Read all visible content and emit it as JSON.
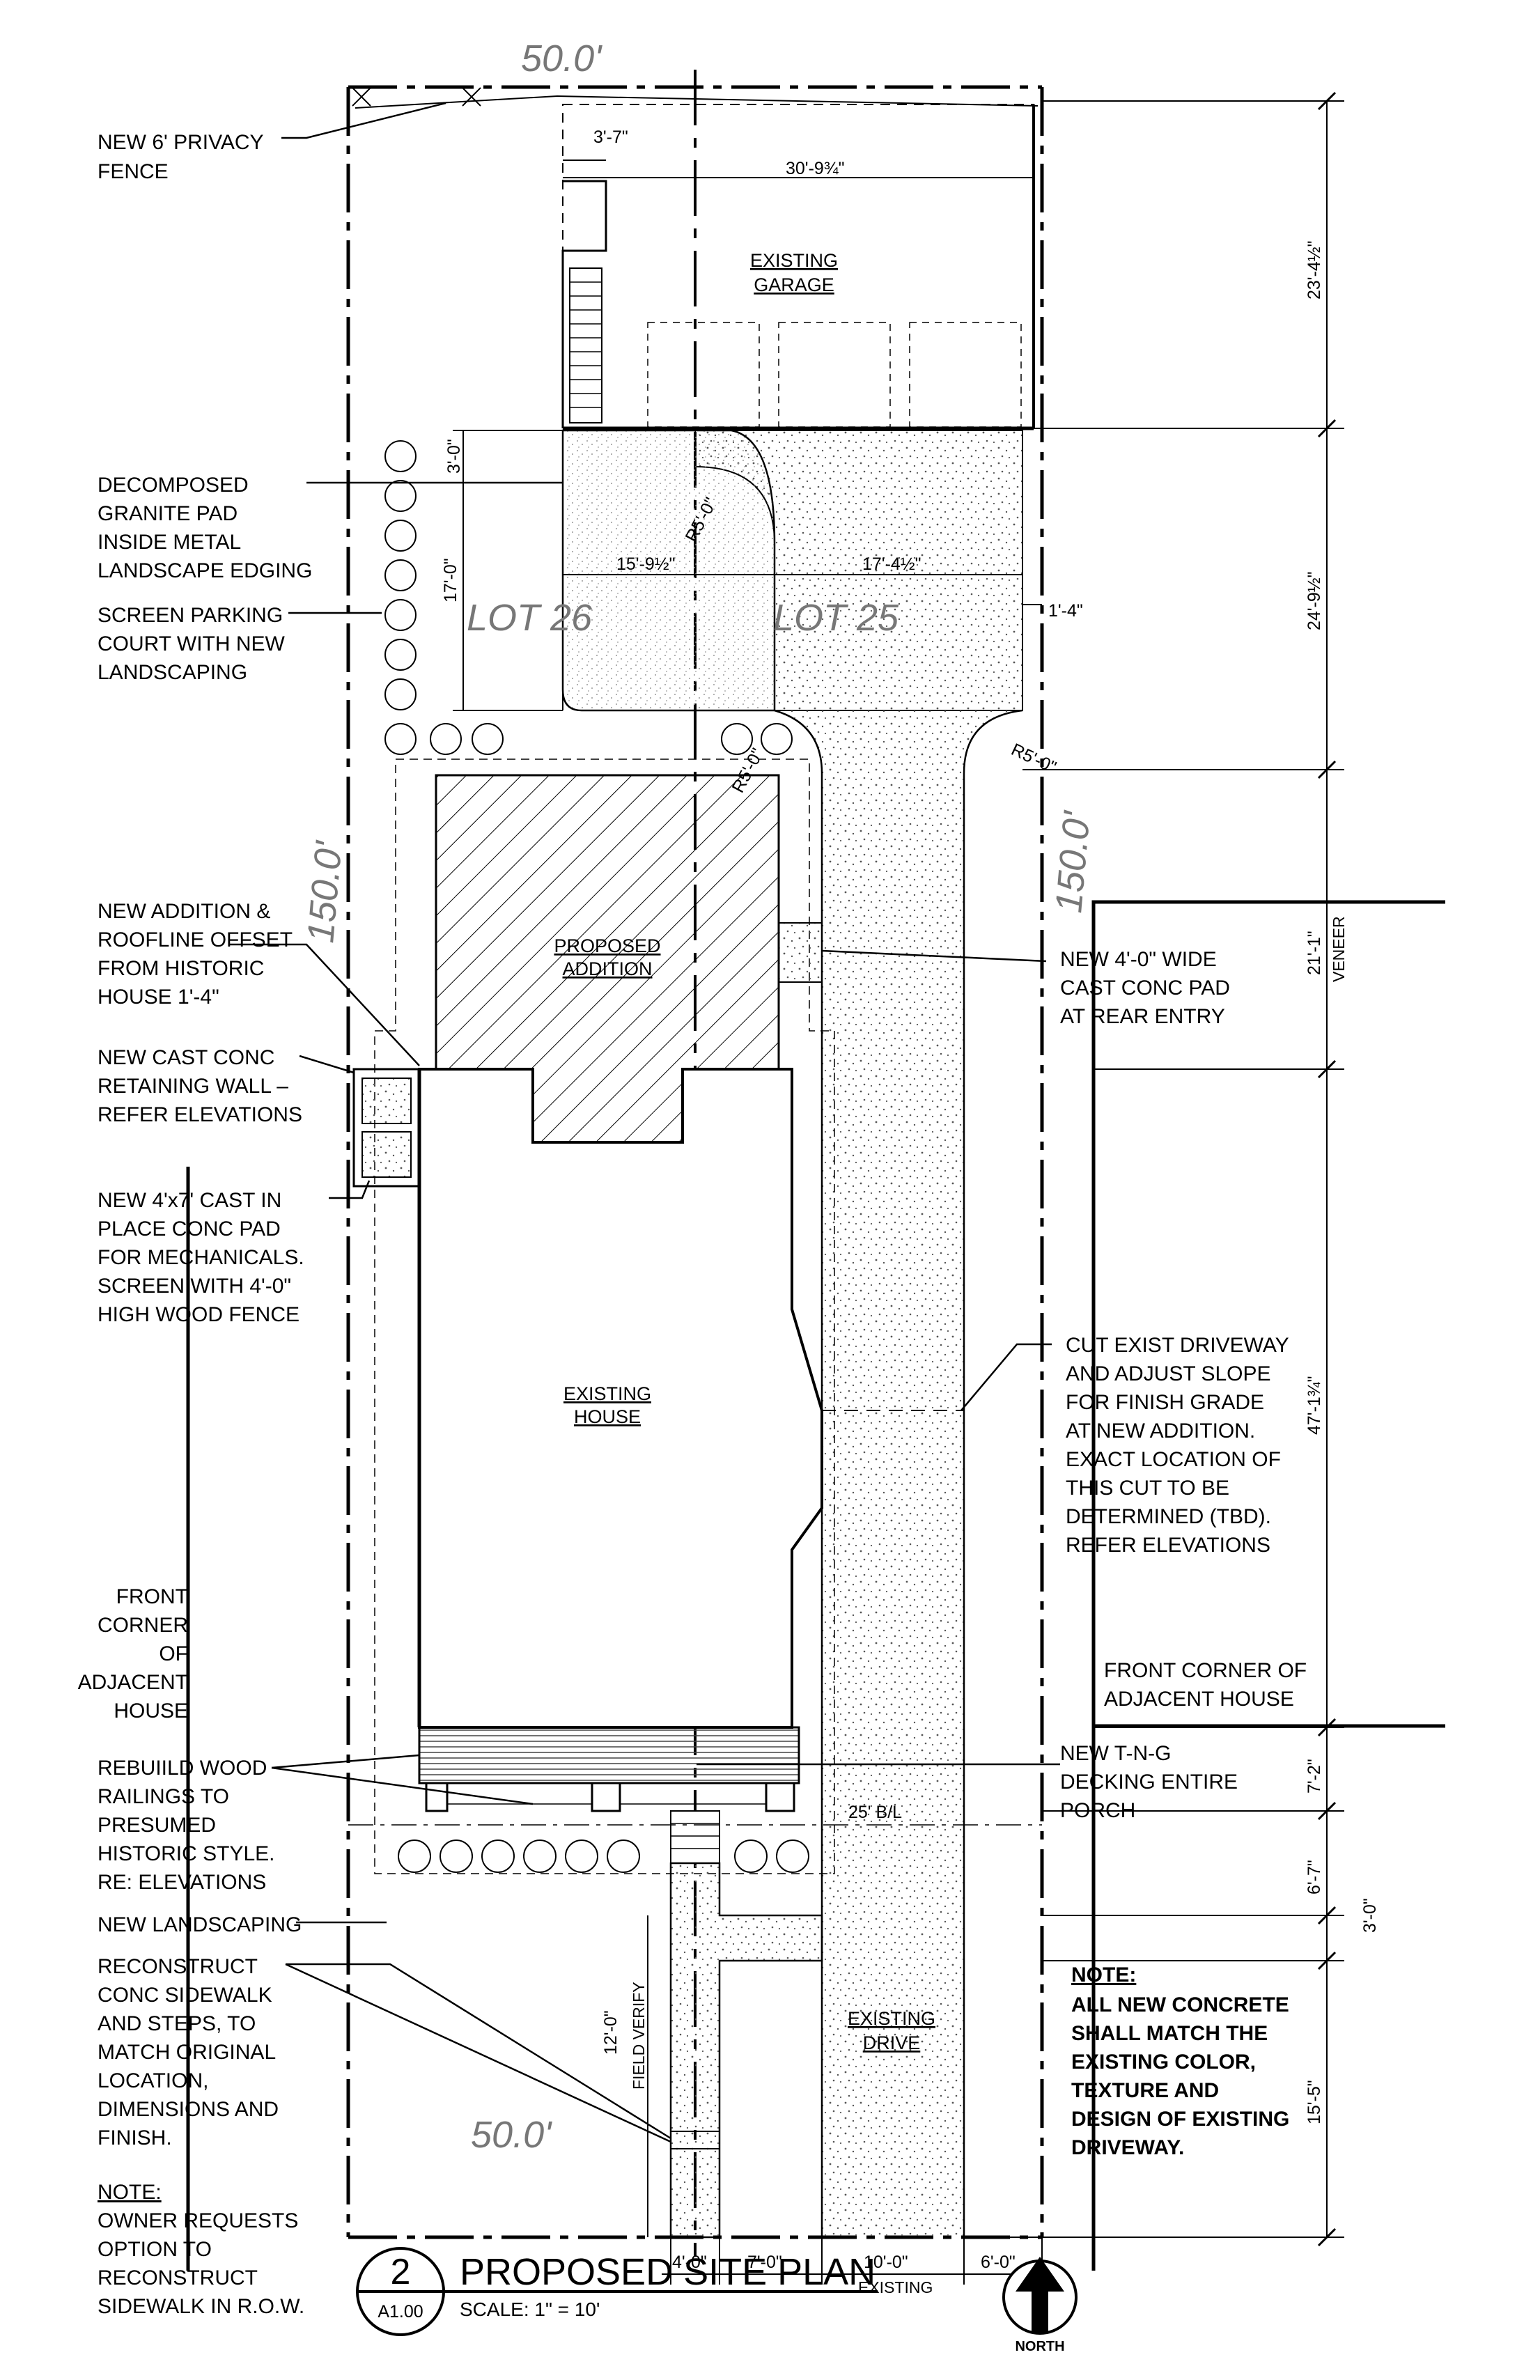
{
  "plan": {
    "lot_width_top": "50.0'",
    "lot_width_bottom": "50.0'",
    "lot_depth_left": "150.0'",
    "lot_depth_right": "150.0'",
    "lot_left": "LOT 26",
    "lot_right": "LOT 25",
    "bl_label": "25' B/L",
    "rooms": {
      "garage": [
        "EXISTING",
        "GARAGE"
      ],
      "addition": [
        "PROPOSED",
        "ADDITION"
      ],
      "house": [
        "EXISTING",
        "HOUSE"
      ],
      "drive": [
        "EXISTING",
        "DRIVE"
      ]
    },
    "dims": {
      "d_3_7": "3'-7\"",
      "d_30_9": "30'-9¾\"",
      "d_3_0_top": "3'-0\"",
      "d_17_0": "17'-0\"",
      "d_15_9": "15'-9½\"",
      "d_17_4": "17'-4½\"",
      "d_1_4": "1'-4\"",
      "r5_a": "R5'-0\"",
      "r5_b": "R5'-0\"",
      "r5_c": "R5'-0\"",
      "right_23": "23'-4½\"",
      "right_24": "24'-9½\"",
      "right_21": "21'-1\"",
      "veneer": "VENEER",
      "right_47": "47'-1¾\"",
      "right_7_2": "7'-2\"",
      "right_6_7": "6'-7\"",
      "right_3_0": "3'-0\"",
      "right_15_5": "15'-5\"",
      "d_12_0": "12'-0\"",
      "field_verify": "FIELD VERIFY",
      "b_4_0": "4'-0\"",
      "b_7_0": "7'-0\"",
      "b_10_0": "10'-0\"",
      "b_existing": "EXISTING",
      "b_6_0": "6'-0\""
    },
    "notes_left": {
      "fence": [
        "NEW 6' PRIVACY",
        "FENCE"
      ],
      "granite": [
        "DECOMPOSED",
        "GRANITE PAD",
        "INSIDE METAL",
        "LANDSCAPE EDGING"
      ],
      "screen": [
        "SCREEN PARKING",
        "COURT WITH NEW",
        "LANDSCAPING"
      ],
      "addition": [
        "NEW ADDITION &",
        "ROOFLINE OFFSET",
        "FROM HISTORIC",
        "HOUSE 1'-4\""
      ],
      "wall": [
        "NEW CAST CONC",
        "RETAINING WALL –",
        "REFER ELEVATIONS"
      ],
      "pad": [
        "NEW 4'x7' CAST IN",
        "PLACE CONC PAD",
        "FOR MECHANICALS.",
        "SCREEN WITH 4'-0\"",
        "HIGH WOOD FENCE"
      ],
      "corner": [
        "FRONT",
        "CORNER",
        "OF",
        "ADJACENT",
        "HOUSE"
      ],
      "railings": [
        "REBUIILD WOOD",
        "RAILINGS TO",
        "PRESUMED",
        "HISTORIC STYLE.",
        "RE: ELEVATIONS"
      ],
      "landscaping": [
        "NEW LANDSCAPING"
      ],
      "sidewalk": [
        "RECONSTRUCT",
        "CONC SIDEWALK",
        "AND STEPS, TO",
        "MATCH ORIGINAL",
        "LOCATION,",
        "DIMENSIONS AND",
        "FINISH."
      ],
      "owner_head": "NOTE:",
      "owner": [
        "OWNER REQUESTS",
        "OPTION TO",
        "RECONSTRUCT",
        "SIDEWALK IN R.O.W."
      ]
    },
    "notes_right": {
      "rear_pad": [
        "NEW 4'-0\" WIDE",
        "CAST CONC PAD",
        "AT REAR ENTRY"
      ],
      "driveway": [
        "CUT EXIST DRIVEWAY",
        "AND ADJUST SLOPE",
        "FOR FINISH GRADE",
        "AT NEW ADDITION.",
        "EXACT LOCATION OF",
        "THIS CUT TO BE",
        "DETERMINED (TBD).",
        "REFER ELEVATIONS"
      ],
      "corner": [
        "FRONT CORNER OF",
        "ADJACENT HOUSE"
      ],
      "decking": [
        "NEW T-N-G",
        "DECKING ENTIRE",
        "PORCH"
      ],
      "concrete_head": "NOTE:",
      "concrete": [
        "ALL NEW CONCRETE",
        "SHALL MATCH THE",
        "EXISTING COLOR,",
        "TEXTURE AND",
        "DESIGN OF EXISTING",
        "DRIVEWAY."
      ]
    },
    "title": {
      "number": "2",
      "sheet": "A1.00",
      "name": "PROPOSED SITE PLAN",
      "scale": "SCALE: 1\" = 10'",
      "north": "NORTH"
    }
  }
}
